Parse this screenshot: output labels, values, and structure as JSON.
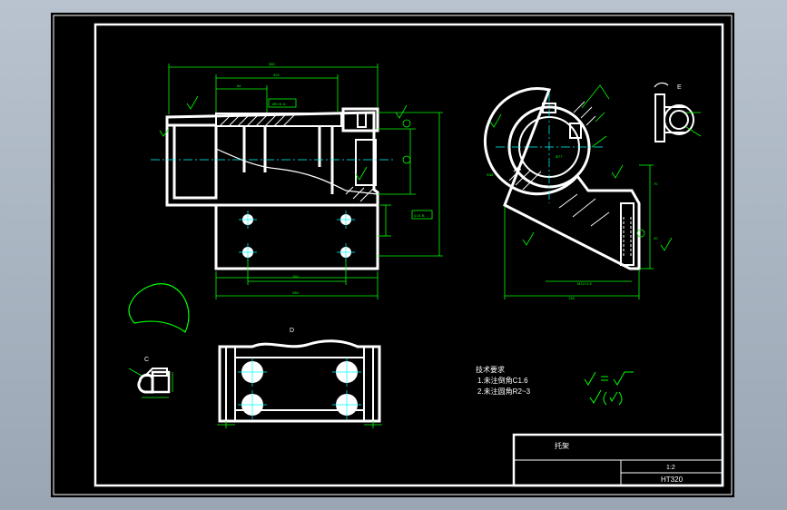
{
  "colors": {
    "background": "#000000",
    "part_outline": "#ffffff",
    "dimension": "#00ff00",
    "centerline": "#00ffff",
    "hatch": "#ffffff",
    "surround": "#a7b2bf"
  },
  "views": {
    "section_label_d": "D",
    "detail_label_c": "C",
    "detail_label_e": "E"
  },
  "notes": {
    "title": "技术要求",
    "line1": "1.未注倒角C1.6",
    "line2": "2.未注圆角R2~3"
  },
  "title_block": {
    "part_name": "托架",
    "scale": "1:2",
    "material": "HT320"
  }
}
